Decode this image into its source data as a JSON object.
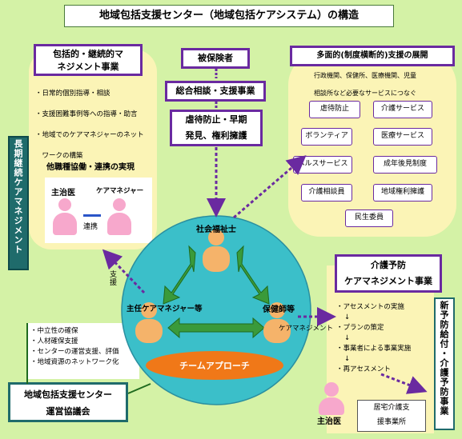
{
  "title": "地域包括支援センター（地域包括ケアシステム）の構造",
  "left_panel": {
    "heading_line1": "包括的・継続的マ",
    "heading_line2": "ネジメント事業",
    "items": [
      "・日常的個別指導・相談",
      "・支援困難事例等への指導・助言",
      "・地域でのケアマネジャーのネット",
      "　ワークの構築"
    ],
    "subheading": "他職種協働・連携の実現",
    "person1": "主治医",
    "person2": "ケアマネジャー",
    "link_label": "連携",
    "vertical_label": "長期継続ケアマネジメント",
    "support_label": "支援"
  },
  "center": {
    "insured": "被保険者",
    "consult": "総合相談・支援事業",
    "abuse_line1": "虐待防止・早期",
    "abuse_line2": "発見、権利擁護",
    "social_worker": "社会福祉士",
    "chief_cm": "主任ケアマネジャー等",
    "nurse": "保健師等",
    "team": "チームアプローチ",
    "cm_label": "ケアマネジメント"
  },
  "right_panel": {
    "heading": "多面的(制度横断的)支援の展開",
    "line1": "行政機関、保健所、医療機関、児童",
    "line2": "相談所など必要なサービスにつなぐ",
    "tags": [
      "虐待防止",
      "介護サービス",
      "ボランティア",
      "医療サービス",
      "ヘルスサービス",
      "成年後見制度",
      "介護相談員",
      "地域権利擁護",
      "民生委員"
    ]
  },
  "prevention": {
    "heading_line1": "介護予防",
    "heading_line2": "ケアマネジメント事業",
    "steps": [
      "・アセスメントの実施",
      "↓",
      "・プランの策定",
      "↓",
      "・事業者による事業実施",
      "↓",
      "・再アセスメント"
    ],
    "vertical_label": "新予防給付・介護予防事業",
    "doctor": "主治医",
    "office_line1": "居宅介護支",
    "office_line2": "援事業所"
  },
  "bottom_left": {
    "items": [
      "・中立性の確保",
      "・人材確保支援",
      "・センターの運営支援、評価",
      "・地域資源のネットワーク化"
    ],
    "council_line1": "地域包括支援センター",
    "council_line2": "運営協議会"
  },
  "colors": {
    "background": "#d4f2a6",
    "circle": "#3bbfc9",
    "purple": "#6a2aa0",
    "green_arrow": "#3a9a3a",
    "orange": "#f07818",
    "yellow_panel": "#fbf4b6",
    "pink": "#f7a8cc",
    "figure": "#f5b36a"
  }
}
